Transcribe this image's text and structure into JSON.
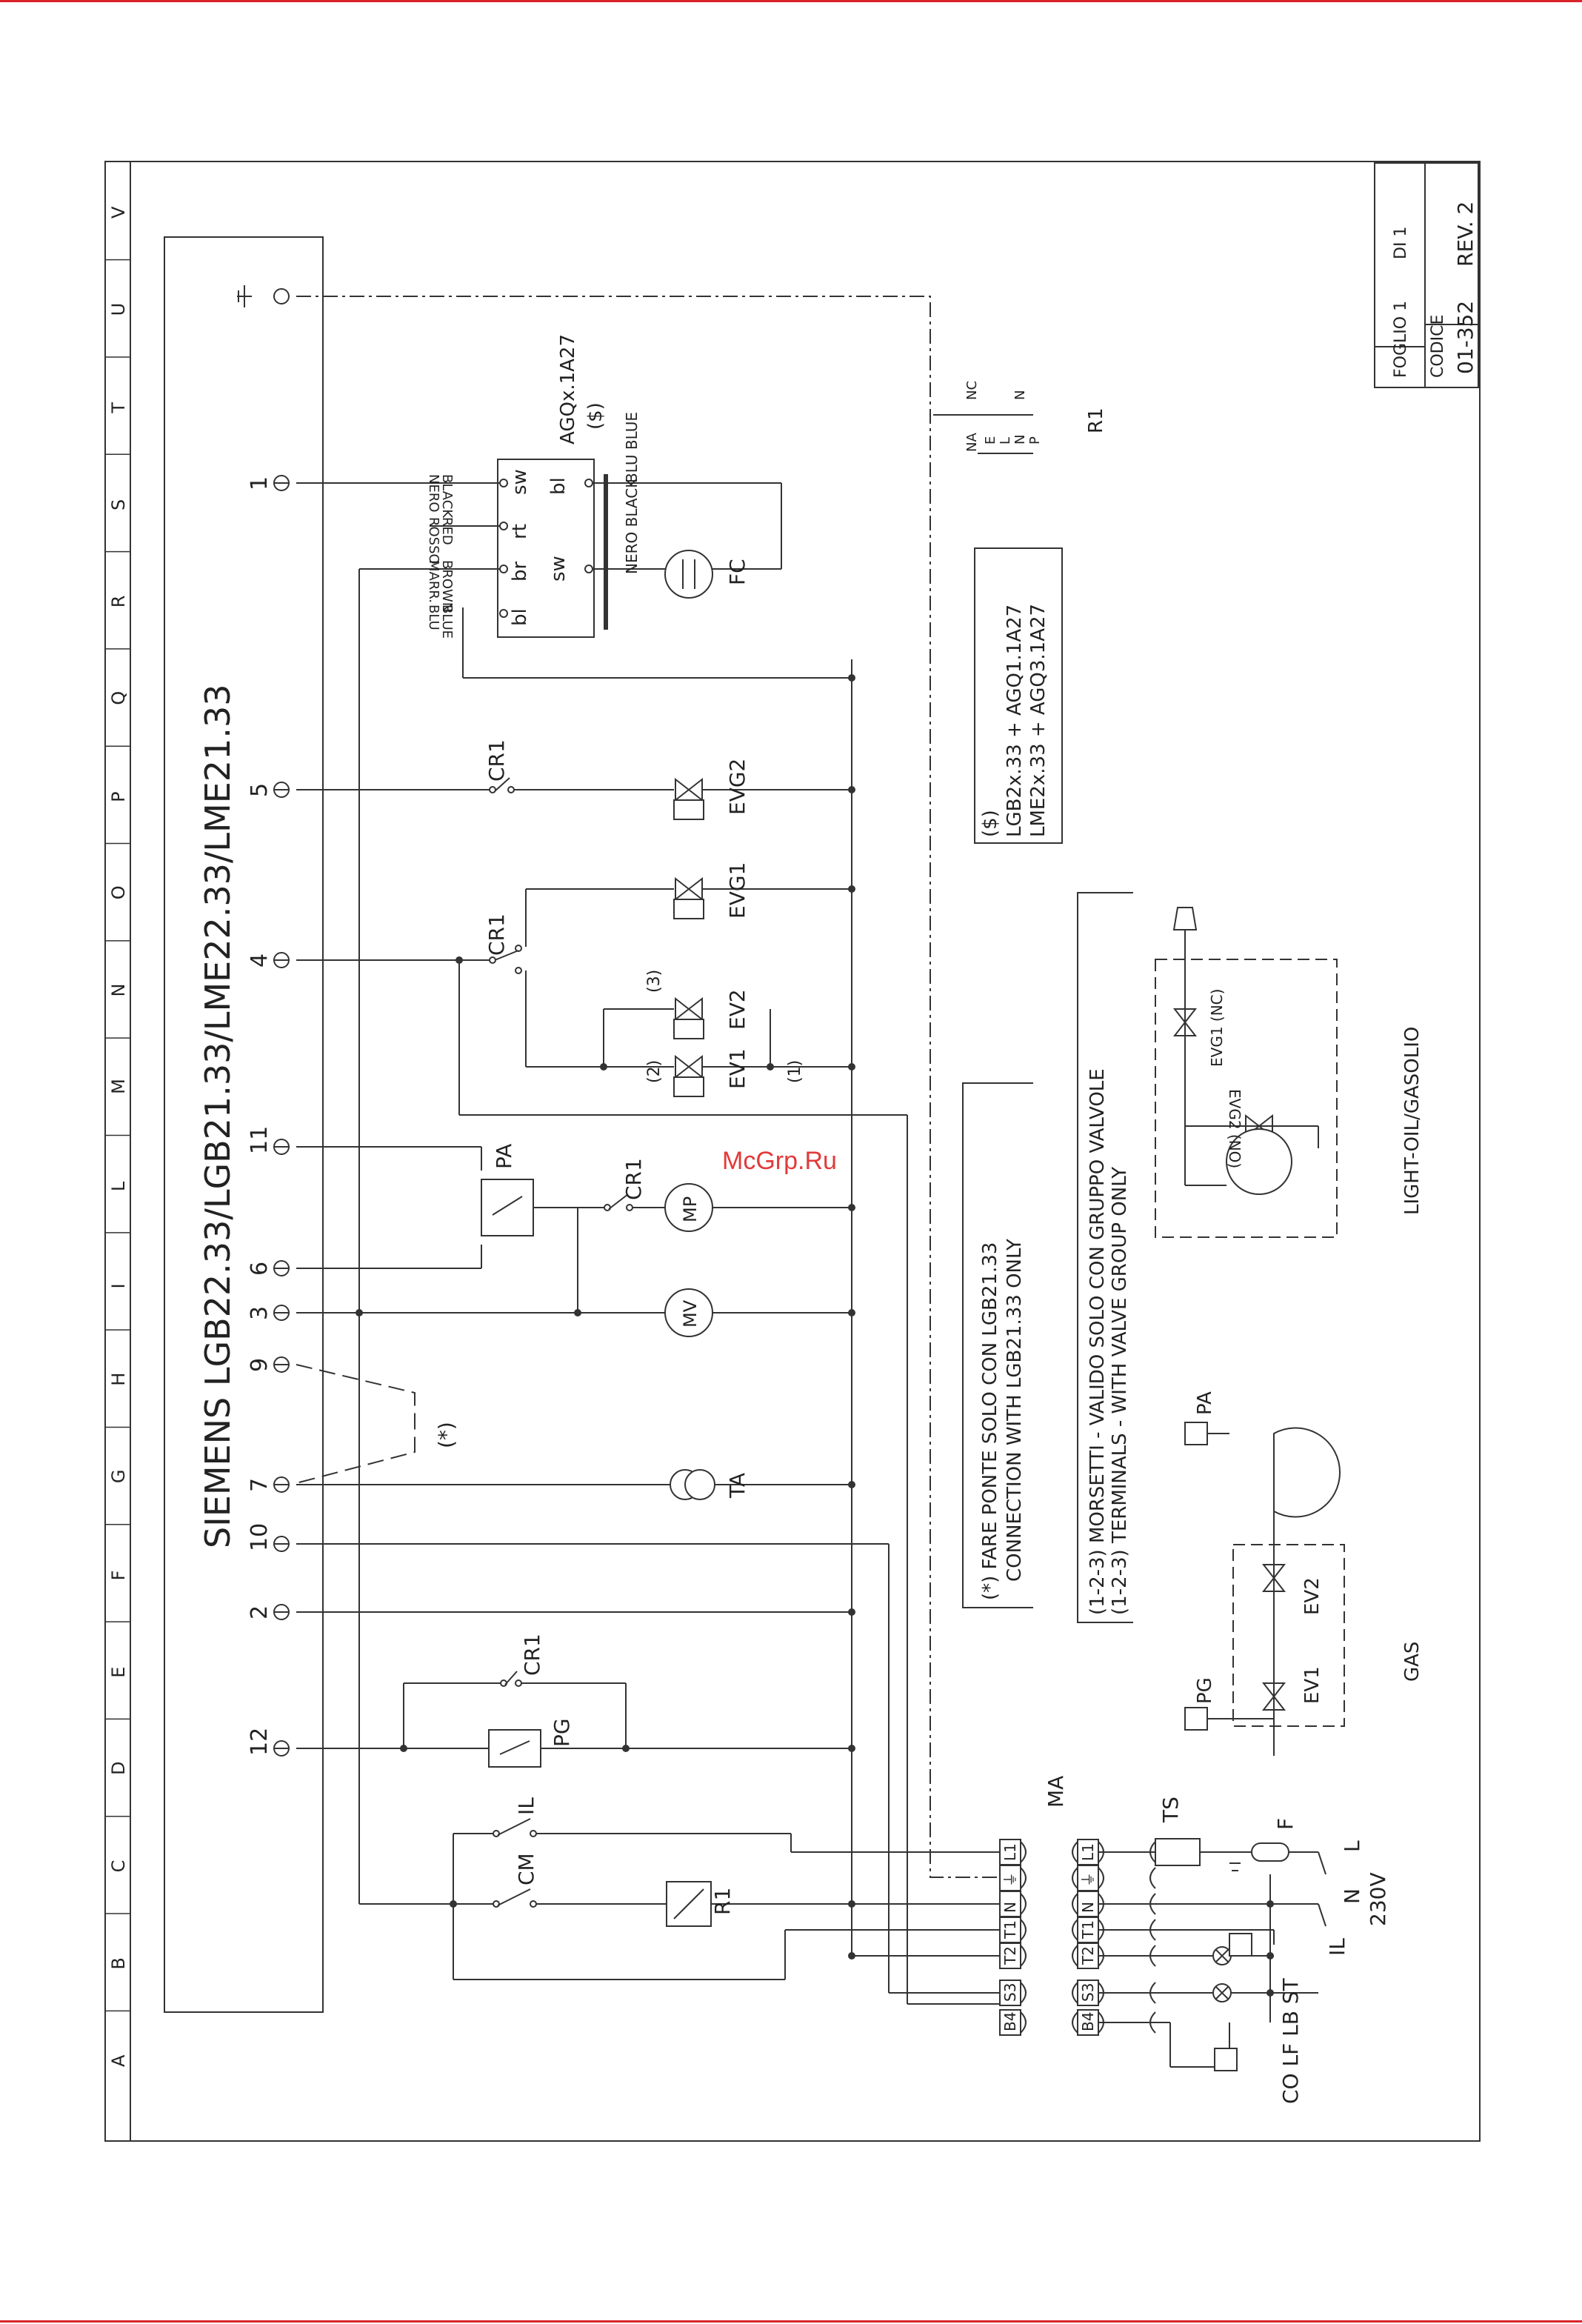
{
  "watermark": "McGrp.Ru",
  "title": "SIEMENS LGB22.33/LGB21.33/LME22.33/LME21.33",
  "border_letters": [
    "A",
    "B",
    "C",
    "D",
    "E",
    "F",
    "G",
    "H",
    "I",
    "L",
    "M",
    "N",
    "O",
    "P",
    "Q",
    "R",
    "S",
    "T",
    "U",
    "V"
  ],
  "terminals": [
    "12",
    "2",
    "10",
    "7",
    "9",
    "3",
    "6",
    "11",
    "4",
    "5",
    "1"
  ],
  "components": {
    "cr1": "CR1",
    "pg": "PG",
    "pa": "PA",
    "ta": "TA",
    "mv": "MV",
    "mp": "MP",
    "ev1": "EV1",
    "ev2": "EV2",
    "evg1": "EVG1",
    "evg2": "EVG2",
    "fc": "FC",
    "r1": "R1",
    "cm": "CM",
    "il": "IL",
    "ts": "TS",
    "f": "F",
    "ma": "MA",
    "n_label": "N",
    "l_label": "L",
    "volt": "230V",
    "bottom_labels": "CO LF LB ST",
    "bridge": "(*)",
    "n1": "(1)",
    "n2": "(2)",
    "n3": "(3)"
  },
  "agq": {
    "name": "AGQx.1A27",
    "ref": "($)",
    "pins": [
      "bl",
      "br",
      "rt",
      "sw"
    ],
    "pins_top": [
      "sw",
      "sw",
      "rt",
      "bl"
    ],
    "wires_left": [
      "BLU\nBLUE",
      "MARR.\nBROWN",
      "ROSSO\nRED",
      "NERO\nBLACK"
    ],
    "wire_right_a": "NERO BLACK",
    "wire_right_b": "BLU BLUE"
  },
  "terminal_strip": [
    "B4",
    "S3",
    "T2",
    "T1",
    "N",
    "⏚",
    "L1"
  ],
  "notes": {
    "bridge_it": "(*)  FARE PONTE SOLO CON LGB21.33",
    "bridge_en": "CONNECTION WITH LGB21.33 ONLY",
    "terminals_it": "(1-2-3) MORSETTI - VALIDO SOLO CON GRUPPO VALVOLE",
    "terminals_en": "(1-2-3) TERMINALS - WITH VALVE GROUP ONLY",
    "agq_1": "($)",
    "agq_2": "LGB2x.33 + AGQ1.1A27",
    "agq_3": "LME2x.33 + AGQ3.1A27"
  },
  "relay_table": {
    "na": "NA",
    "nc": "NC",
    "e": "E",
    "l": "L",
    "n": "N",
    "p": "P",
    "n2": "N",
    "name": "R1"
  },
  "gas": {
    "label": "GAS",
    "pg": "PG",
    "pa": "PA",
    "ev1": "EV1",
    "ev2": "EV2"
  },
  "oil": {
    "label": "LIGHT-OIL/GASOLIO",
    "evg1": "EVG1 (NC)",
    "evg2": "EVG2 (NO)"
  },
  "title_block": {
    "foglio": "FOGLIO 1",
    "di": "DI 1",
    "codice": "CODICE",
    "code": "01-352",
    "rev": "REV. 2"
  }
}
